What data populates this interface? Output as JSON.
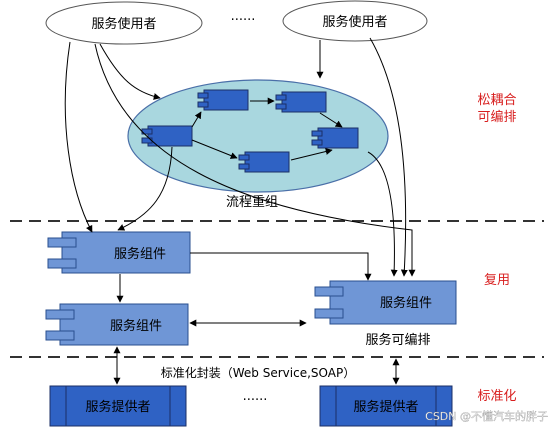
{
  "top": {
    "user_left": "服务使用者",
    "user_right": "服务使用者",
    "ellipsis": "......"
  },
  "orchestration": {
    "label": "流程重组"
  },
  "components": {
    "comp1": "服务组件",
    "comp2": "服务组件",
    "comp3": "服务组件",
    "comp3_caption": "服务可编排"
  },
  "encapsulation": "标准化封装（Web Service,SOAP）",
  "providers": {
    "left": "服务提供者",
    "right": "服务提供者",
    "ellipsis": "......"
  },
  "side_labels": {
    "loose_line1": "松耦合",
    "loose_line2": "可编排",
    "reuse": "复用",
    "standard": "标准化"
  },
  "watermark": "CSDN @不懂汽车的胖子",
  "colors": {
    "accent_red": "#d81e1e",
    "component_fill": "#6f96d6",
    "provider_fill": "#2f62c4",
    "ellipse_fill": "#a9d7df"
  }
}
